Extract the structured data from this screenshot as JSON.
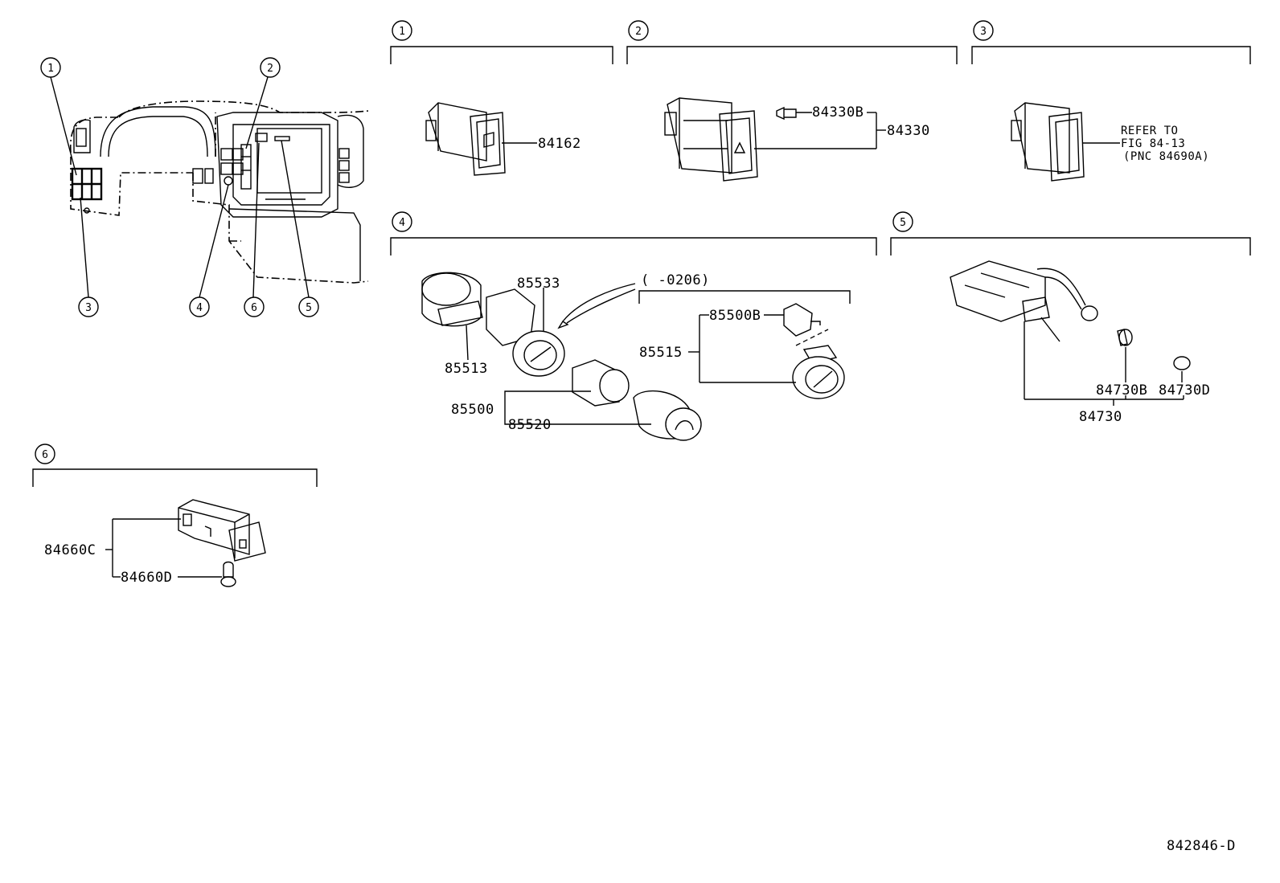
{
  "callouts": {
    "c1": "1",
    "c2": "2",
    "c3": "3",
    "c4": "4",
    "c5": "5",
    "c6": "6"
  },
  "sections": {
    "s1": "1",
    "s2": "2",
    "s3": "3",
    "s4": "4",
    "s5": "5",
    "s6": "6"
  },
  "parts": {
    "p84162": "84162",
    "p84330B": "84330B",
    "p84330": "84330",
    "refer_line1": "REFER TO",
    "refer_line2": "FIG 84-13",
    "refer_line3": "(PNC 84690A)",
    "p85533": "85533",
    "p85513": "85513",
    "p85500": "85500",
    "p85520": "85520",
    "range": "(        -0206)",
    "p85500B": "85500B",
    "p85515": "85515",
    "p84730B": "84730B",
    "p84730D": "84730D",
    "p84730": "84730",
    "p84660C": "84660C",
    "p84660D": "84660D"
  },
  "figure_id": "842846-D"
}
